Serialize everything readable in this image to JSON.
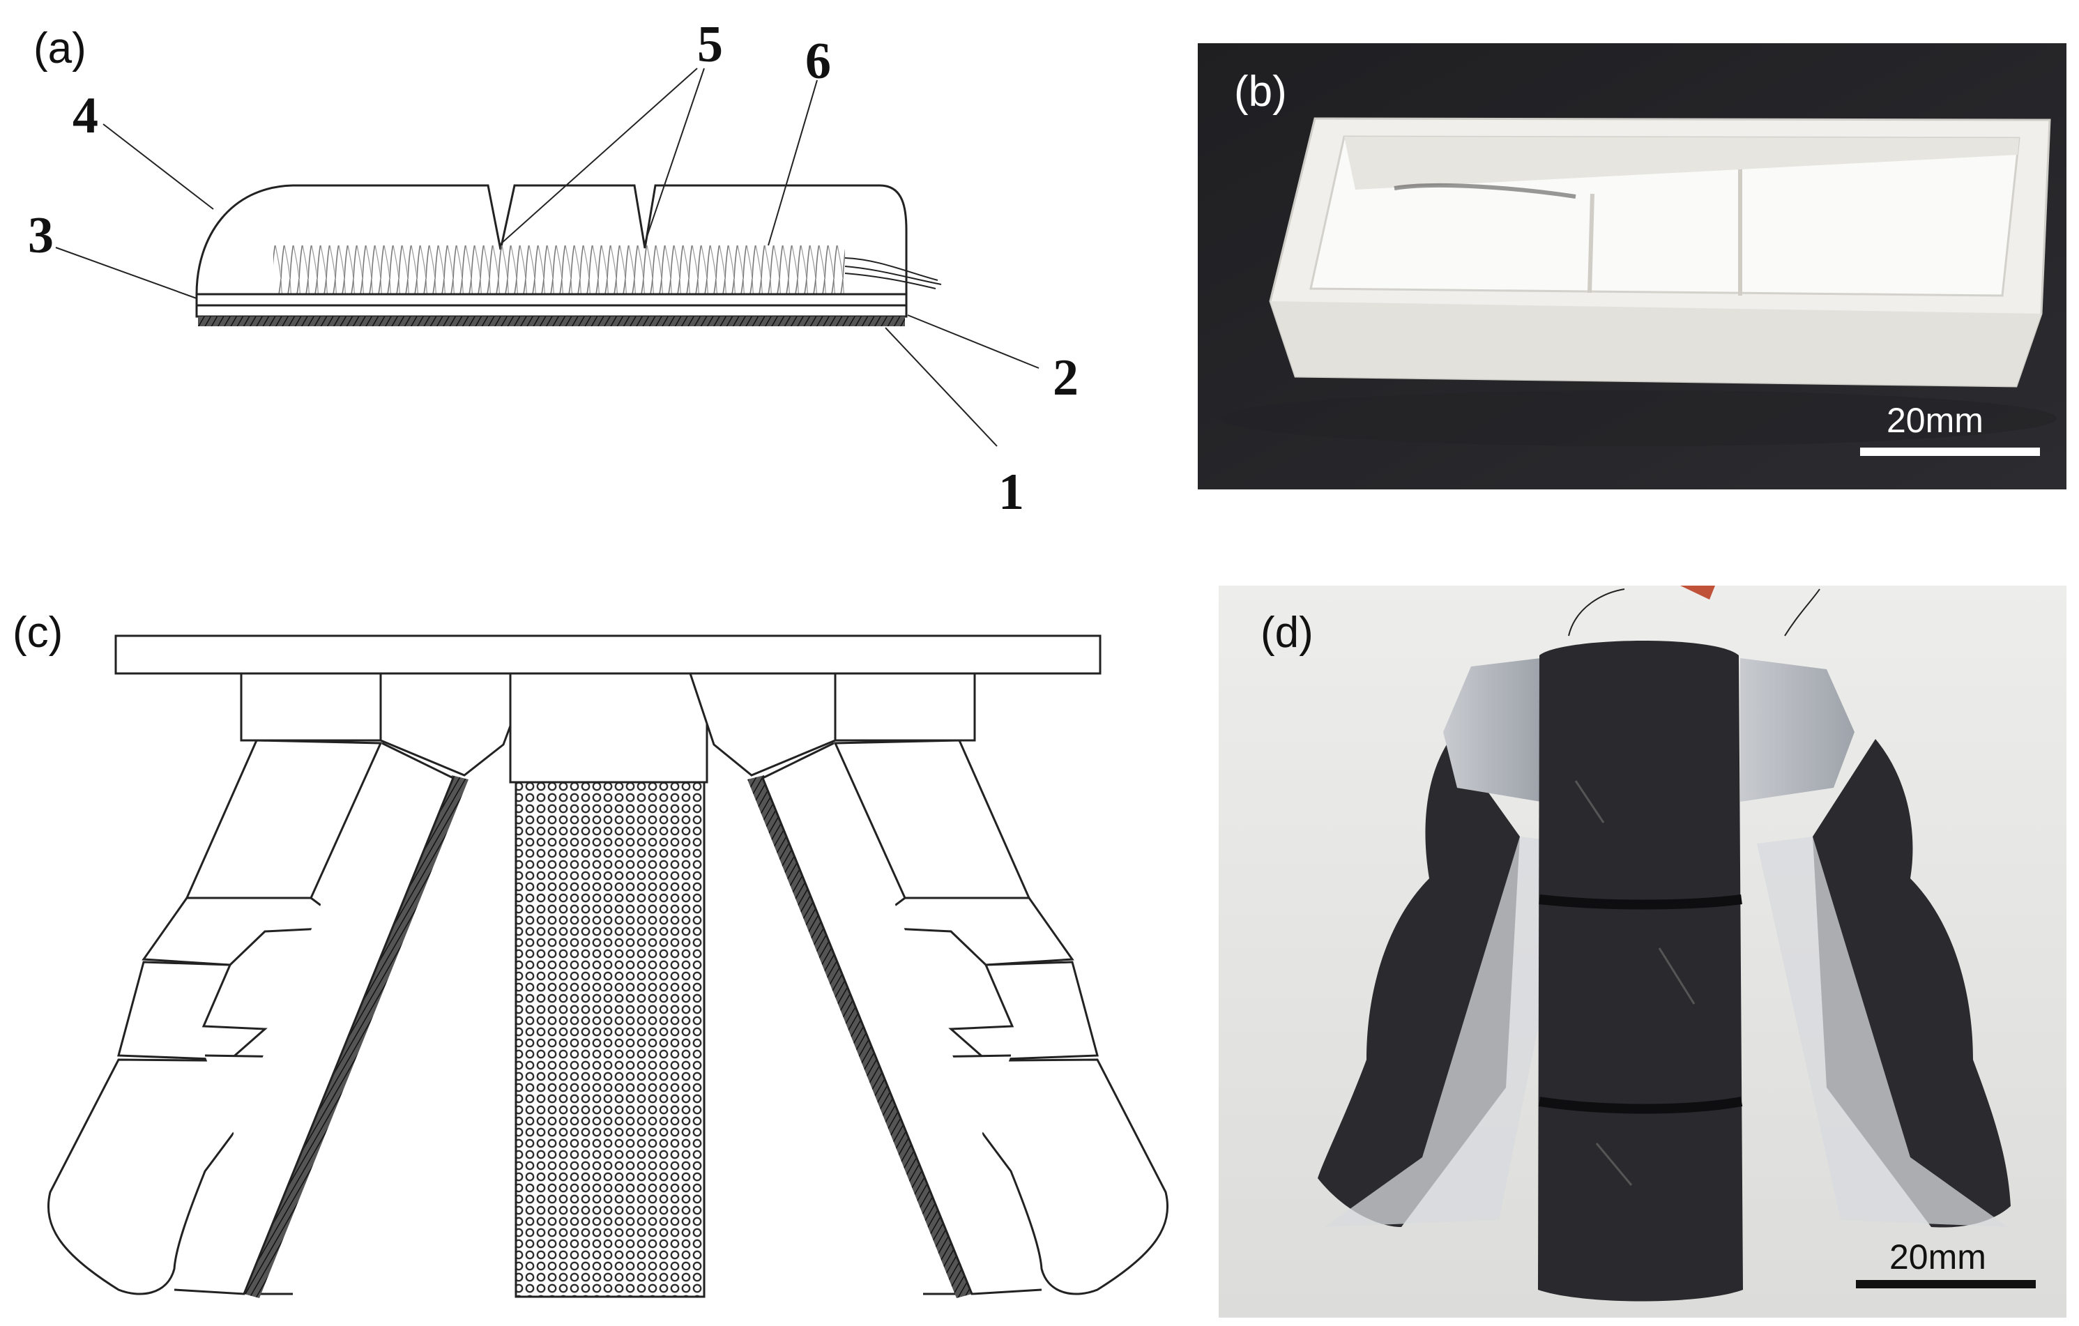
{
  "panels": {
    "a": {
      "label": "(a)",
      "callouts": [
        "1",
        "2",
        "3",
        "4",
        "5",
        "6"
      ]
    },
    "b": {
      "label": "(b)",
      "scale_bar": "20mm"
    },
    "c": {
      "label": "(c)"
    },
    "d": {
      "label": "(d)",
      "scale_bar": "20mm"
    }
  },
  "colors": {
    "line": "#222222",
    "photo_b_background": "#2a2a2c",
    "photo_b_object": "#ecebe7",
    "photo_d_background": "#e4e4e2",
    "photo_d_finger": "#2a2a2e",
    "mesh": "#3a3a3a",
    "scale_bar": "#ffffff"
  }
}
